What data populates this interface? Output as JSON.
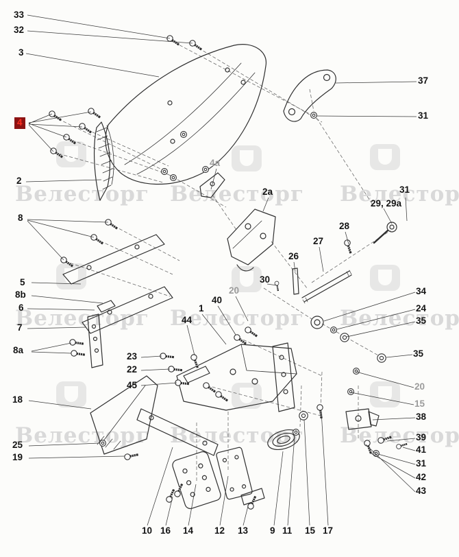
{
  "watermark": {
    "text": "Велесторг"
  },
  "colors": {
    "line": "#2f2f2f",
    "label": "#141414",
    "muted_label": "#9b9b9b",
    "highlight_bg": "#8c1212",
    "highlight_text": "#ff2d1f",
    "watermark": "#d4d4d4"
  },
  "diagram": {
    "labels": [
      {
        "text": "33"
      },
      {
        "text": "32"
      },
      {
        "text": "3"
      },
      {
        "text": "4"
      },
      {
        "text": "2"
      },
      {
        "text": "8"
      },
      {
        "text": "5"
      },
      {
        "text": "8b"
      },
      {
        "text": "6"
      },
      {
        "text": "7"
      },
      {
        "text": "8a"
      },
      {
        "text": "18"
      },
      {
        "text": "25"
      },
      {
        "text": "19"
      },
      {
        "text": "37"
      },
      {
        "text": "31"
      },
      {
        "text": "31"
      },
      {
        "text": "29, 29a"
      },
      {
        "text": "34"
      },
      {
        "text": "24"
      },
      {
        "text": "35"
      },
      {
        "text": "35"
      },
      {
        "text": "20"
      },
      {
        "text": "15"
      },
      {
        "text": "38"
      },
      {
        "text": "39"
      },
      {
        "text": "41"
      },
      {
        "text": "31"
      },
      {
        "text": "42"
      },
      {
        "text": "43"
      },
      {
        "text": "4a"
      },
      {
        "text": "2a"
      },
      {
        "text": "28"
      },
      {
        "text": "27"
      },
      {
        "text": "26"
      },
      {
        "text": "30"
      },
      {
        "text": "20"
      },
      {
        "text": "40"
      },
      {
        "text": "1"
      },
      {
        "text": "44"
      },
      {
        "text": "23"
      },
      {
        "text": "22"
      },
      {
        "text": "45"
      },
      {
        "text": "10"
      },
      {
        "text": "16"
      },
      {
        "text": "14"
      },
      {
        "text": "12"
      },
      {
        "text": "13"
      },
      {
        "text": "9"
      },
      {
        "text": "11"
      },
      {
        "text": "15"
      },
      {
        "text": "17"
      }
    ]
  }
}
